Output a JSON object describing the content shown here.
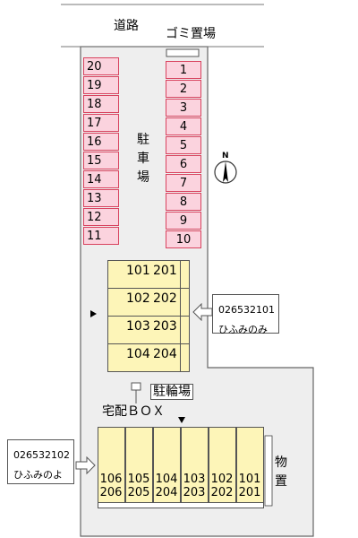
{
  "road_label": "道路",
  "garbage_label": "ゴミ置場",
  "parking_label": "駐車場",
  "bike_parking_label": "駐輪場",
  "delivery_box_label": "宅配ＢＯＸ",
  "storage_label": "物置",
  "compass_label": "N",
  "parking_left": [
    "20",
    "19",
    "18",
    "17",
    "16",
    "15",
    "14",
    "13",
    "12",
    "11"
  ],
  "parking_right": [
    "1",
    "2",
    "3",
    "4",
    "5",
    "6",
    "7",
    "8",
    "9",
    "10"
  ],
  "building_a_rows": [
    [
      "101",
      "201"
    ],
    [
      "102",
      "202"
    ],
    [
      "103",
      "203"
    ],
    [
      "104",
      "204"
    ]
  ],
  "building_b_rooms": [
    [
      "106",
      "206"
    ],
    [
      "105",
      "205"
    ],
    [
      "104",
      "204"
    ],
    [
      "103",
      "203"
    ],
    [
      "102",
      "202"
    ],
    [
      "101",
      "201"
    ]
  ],
  "callout_a": {
    "code": "026532101",
    "name": "ひふみのみ"
  },
  "callout_b": {
    "code": "026532102",
    "name": "ひふみのよ"
  },
  "colors": {
    "parking_fill": "#fbd3de",
    "parking_border": "#d8435f",
    "building_fill": "#fdf5b8",
    "lot_fill": "#eeeeee"
  }
}
